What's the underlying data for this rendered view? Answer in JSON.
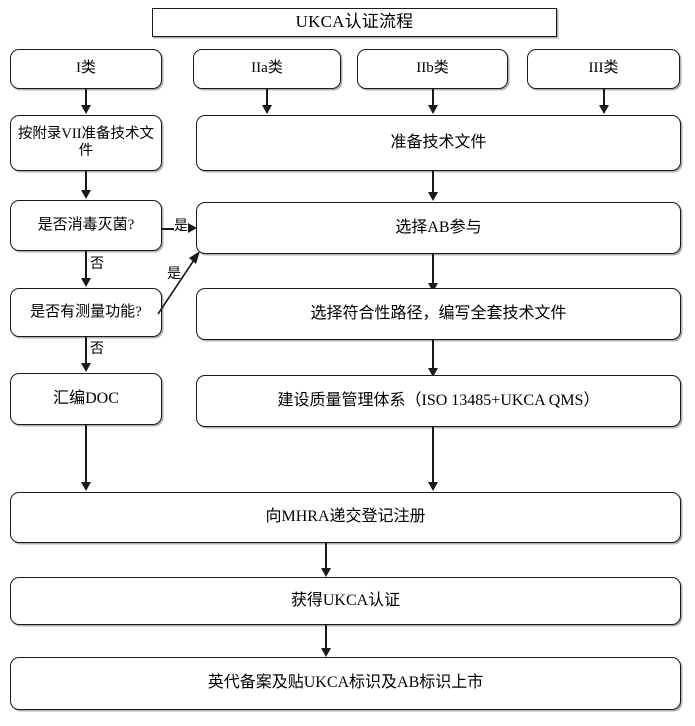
{
  "diagram": {
    "title": "UKCA认证流程",
    "classes": [
      {
        "label": "I类"
      },
      {
        "label": "IIa类"
      },
      {
        "label": "IIb类"
      },
      {
        "label": "III类"
      }
    ],
    "left_branch": [
      {
        "label": "按附录VII准备技术文件"
      },
      {
        "label": "是否消毒灭菌?"
      },
      {
        "label": "是否有测量功能?"
      },
      {
        "label": "汇编DOC"
      }
    ],
    "right_branch": [
      {
        "label": "准备技术文件"
      },
      {
        "label": "选择AB参与"
      },
      {
        "label": "选择符合性路径，编写全套技术文件"
      },
      {
        "label": "建设质量管理体系（ISO 13485+UKCA QMS）"
      }
    ],
    "common": [
      {
        "label": "向MHRA递交登记注册"
      },
      {
        "label": "获得UKCA认证"
      },
      {
        "label": "英代备案及贴UKCA标识及AB标识上市"
      }
    ],
    "edge_labels": {
      "yes_sterile": "是",
      "no_sterile": "否",
      "yes_measure": "是",
      "no_measure": "否"
    },
    "colors": {
      "stroke": "#1a1a1a",
      "background": "#ffffff",
      "text": "#000000"
    }
  }
}
